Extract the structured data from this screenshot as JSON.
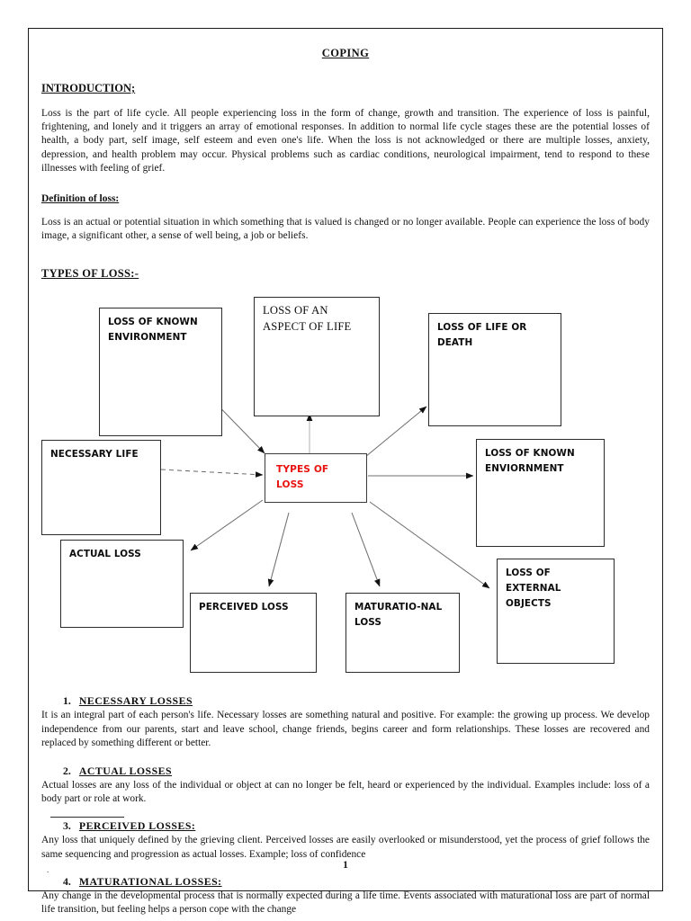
{
  "document": {
    "title": "COPING",
    "page_number": "1",
    "sections": {
      "introduction_heading": "INTRODUCTION;",
      "introduction_text": "Loss is the part of life cycle. All people experiencing loss in the form of change, growth and transition. The experience of loss is painful, frightening, and lonely and it triggers an array of emotional responses. In addition to normal life cycle stages these are the potential losses of health, a body part, self image, self esteem and even one's life. When the loss is not acknowledged or there are multiple losses, anxiety, depression, and health problem may occur. Physical problems such as cardiac conditions, neurological impairment, tend to respond to these illnesses with feeling of grief.",
      "definition_heading": "Definition of loss:",
      "definition_text": " Loss is an actual or potential situation in which something that is valued is changed or no longer available. People can experience the loss of body image, a significant other, a sense of well being, a job or beliefs.",
      "types_heading": "TYPES OF LOSS:-"
    },
    "diagram": {
      "center": {
        "label": "TYPES OF LOSS",
        "color": "#e8130f"
      },
      "nodes": [
        {
          "id": "loss-of-known-environment",
          "label": "LOSS OF KNOWN ENVIRONMENT"
        },
        {
          "id": "loss-of-an-aspect-of-life",
          "label": "LOSS OF AN ASPECT OF LIFE"
        },
        {
          "id": "loss-of-life-or-death",
          "label": "LOSS OF LIFE OR DEATH"
        },
        {
          "id": "necessary-life",
          "label": "NECESSARY LIFE"
        },
        {
          "id": "loss-of-known-enviornment",
          "label": "LOSS OF KNOWN ENVIORNMENT"
        },
        {
          "id": "actual-loss",
          "label": "ACTUAL LOSS"
        },
        {
          "id": "loss-of-external-objects",
          "label": "LOSS OF EXTERNAL OBJECTS"
        },
        {
          "id": "perceived-loss",
          "label": "PERCEIVED LOSS"
        },
        {
          "id": "maturational-loss",
          "label": "MATURATIO-NAL LOSS"
        }
      ]
    },
    "list": [
      {
        "number": "1.",
        "label": "NECESSARY LOSSES",
        "body": "It is an integral part of each person's life. Necessary losses are something natural and positive. For example: the growing up process. We develop independence from our parents, start and leave school, change friends, begins career and form relationships. These losses are recovered and replaced by something different or better."
      },
      {
        "number": "2.",
        "label": "ACTUAL LOSSES",
        "body": "Actual losses are any loss of the individual or object at can no longer be felt, heard or experienced by the individual. Examples include: loss of a body part or role at work."
      },
      {
        "number": "3.",
        "label": "PERCEIVED LOSSES:",
        "body": "Any loss that uniquely defined by the grieving client. Perceived losses are easily overlooked or misunderstood, yet the process of grief follows the same sequencing and progression as actual losses. Example; loss of confidence"
      },
      {
        "number": "4.",
        "label": "MATURATIONAL LOSSES:",
        "body": "Any change in the developmental process that is normally expected during a life time. Events associated with maturational loss are part of normal life transition, but feeling helps a person cope with the change"
      }
    ]
  }
}
